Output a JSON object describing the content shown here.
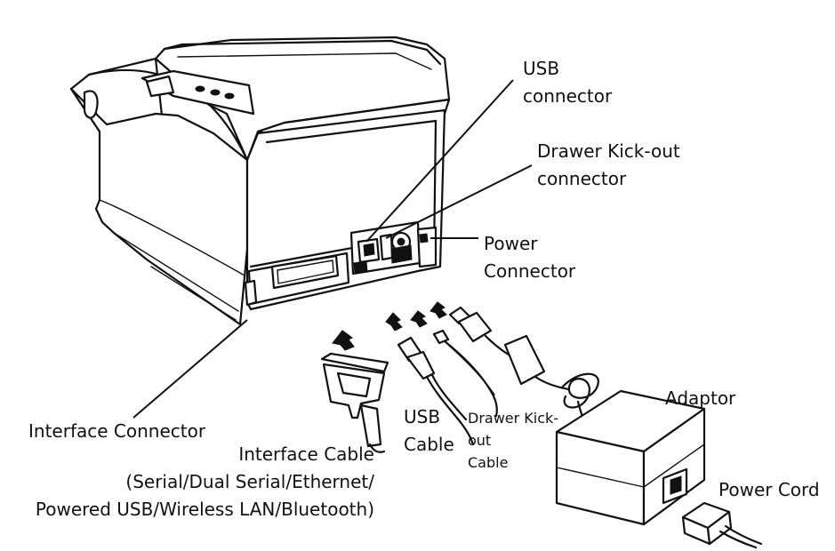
{
  "labels": {
    "usb_connector": [
      "USB",
      "connector"
    ],
    "drawer_connector": [
      "Drawer Kick-out",
      "connector"
    ],
    "power_connector": [
      "Power",
      "Connector"
    ],
    "interface_connector": "Interface Connector",
    "interface_cable": [
      "Interface Cable",
      "(Serial/Dual Serial/Ethernet/",
      "Powered USB/Wireless LAN/Bluetooth)"
    ],
    "usb_cable": [
      "USB",
      "Cable"
    ],
    "drawer_cable": [
      "Drawer Kick-",
      "out",
      "Cable"
    ],
    "adaptor": "Adaptor",
    "power_cord": "Power Cord"
  }
}
